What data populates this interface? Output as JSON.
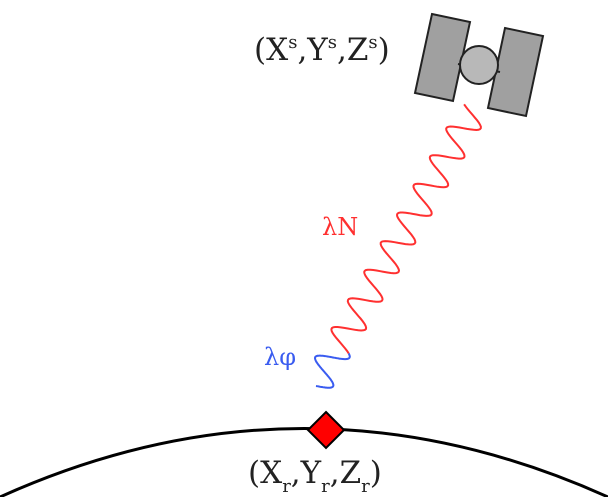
{
  "satellite": {
    "coord_open": "(",
    "x": "X",
    "x_sup": "s",
    "y": "Y",
    "y_sup": "s",
    "z": "Z",
    "z_sup": "s",
    "coord_close": ")",
    "comma": ","
  },
  "receiver": {
    "coord_open": "(",
    "x": "X",
    "x_sub": "r",
    "y": "Y",
    "y_sub": "r",
    "z": "Z",
    "z_sub": "r",
    "coord_close": ")",
    "comma": ","
  },
  "signal": {
    "ambiguity_label": "λN",
    "phase_label": "λφ"
  },
  "colors": {
    "ambiguity_wave": "#ff3030",
    "phase_wave": "#3a5cf0",
    "satellite_panel": "#a0a0a0",
    "satellite_body": "#b8b8b8",
    "receiver_marker": "#ff0000",
    "earth_surface": "#000000"
  },
  "icons": {
    "satellite": "satellite-icon",
    "receiver": "receiver-diamond-icon"
  }
}
